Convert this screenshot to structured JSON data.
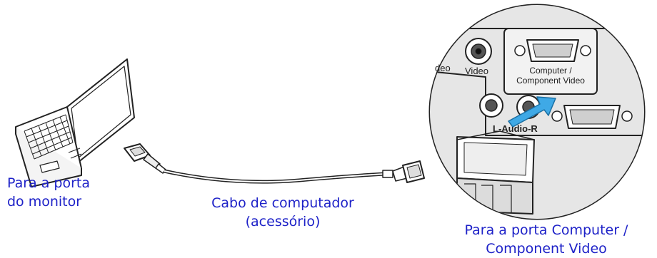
{
  "colors": {
    "caption_text": "#1e22c8",
    "outline": "#222222",
    "arrow_fill": "#3fa9e6",
    "panel_fill": "#e6e6e6"
  },
  "laptop": {
    "caption_line1": "Para a porta",
    "caption_line2": "do monitor"
  },
  "cable": {
    "caption_line1": "Cabo de computador",
    "caption_line2": "(acessório)"
  },
  "projector_port": {
    "caption_line1": "Para a porta  Computer /",
    "caption_line2": "Component Video"
  },
  "panel_labels": {
    "video_partial": "deo",
    "video": "Video",
    "computer_line1": "Computer /",
    "computer_line2": "Component Video",
    "audio": "L-Audio-R"
  },
  "icons": [
    "laptop-icon",
    "vga-cable-icon",
    "projector-port-panel-icon",
    "insert-arrow-icon"
  ]
}
